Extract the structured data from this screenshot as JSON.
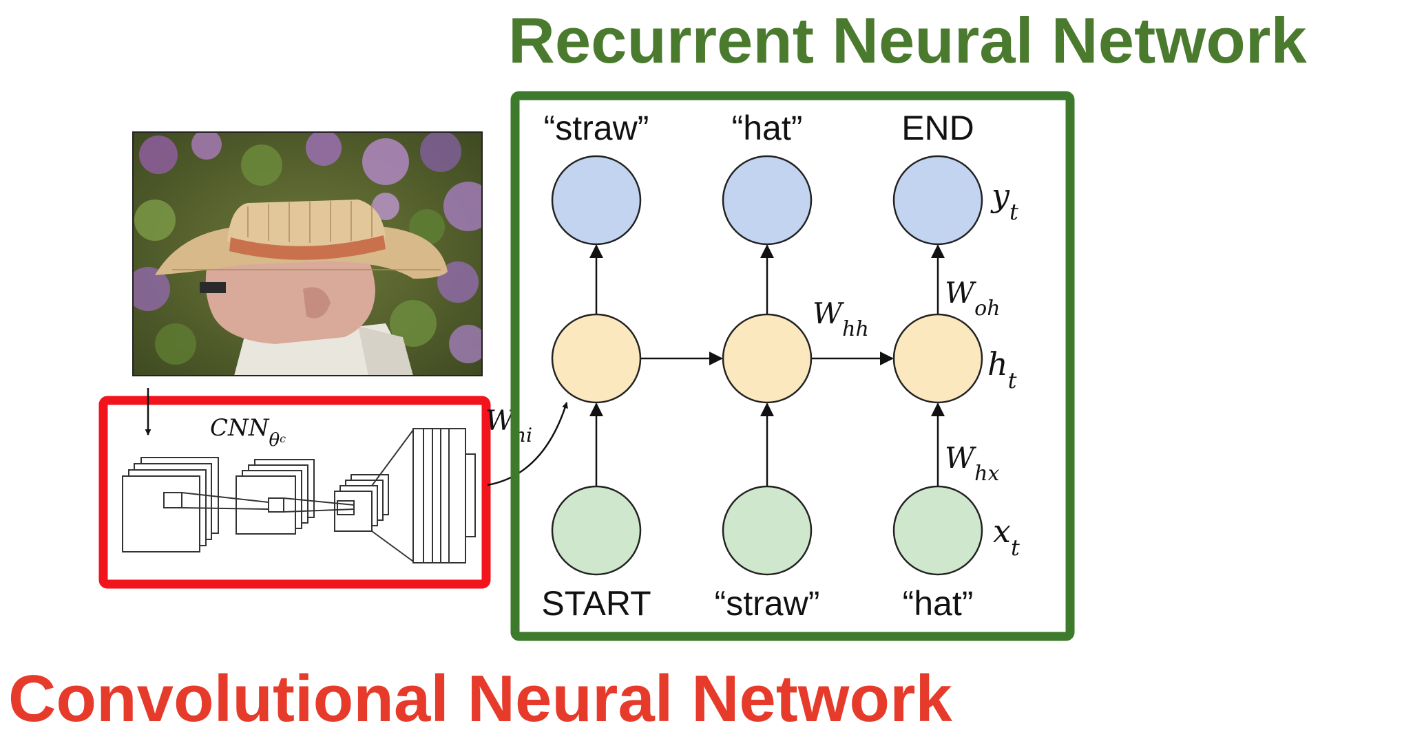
{
  "rnn_title": "Recurrent Neural Network",
  "cnn_title": "Convolutional Neural Network",
  "colors": {
    "rnn": "#4a7a2e",
    "cnn": "#e63a2a",
    "rnn_box": "#3e7a2b",
    "cnn_box": "#f2141c",
    "output_node": "#c2d4f0",
    "hidden_node": "#fbe8bf",
    "input_node": "#cfe8cd"
  },
  "photo_alt": "man wearing straw hat",
  "cnn_label": {
    "base": "CNN",
    "sub": "θ",
    "subsub": "c"
  },
  "w_ih_label": {
    "base": "W",
    "sub": "hi"
  },
  "rnn": {
    "output_words": [
      "“straw”",
      "“hat”",
      "END"
    ],
    "input_words": [
      "START",
      "“straw”",
      "“hat”"
    ],
    "labels": {
      "y": {
        "base": "y",
        "sub": "t"
      },
      "h": {
        "base": "h",
        "sub": "t"
      },
      "x": {
        "base": "x",
        "sub": "t"
      },
      "w_oh": {
        "base": "W",
        "sub": "oh"
      },
      "w_hh": {
        "base": "W",
        "sub": "hh"
      },
      "w_hx": {
        "base": "W",
        "sub": "hx"
      }
    }
  }
}
